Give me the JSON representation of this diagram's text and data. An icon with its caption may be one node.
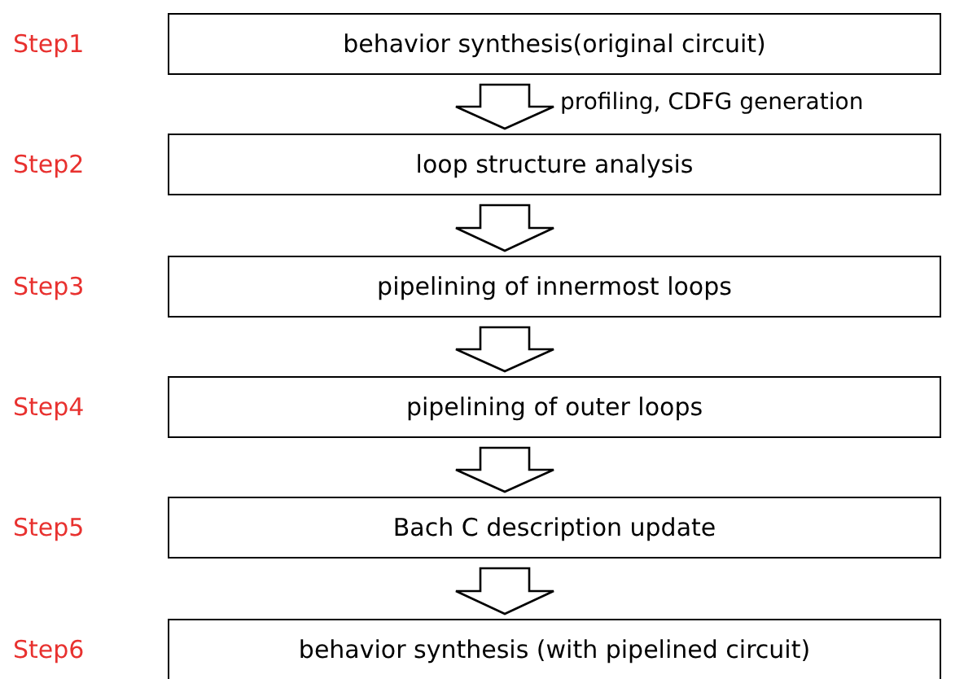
{
  "diagram": {
    "nodes": [
      {
        "text": [
          "behavior synthesis(original circuit)"
        ],
        "beside": [
          "Step1"
        ]
      },
      {
        "text": [
          "loop structure analysis"
        ],
        "beside": [
          "Step2"
        ]
      },
      {
        "text": [
          "pipelining of innermost loops"
        ],
        "beside": [
          "Step3"
        ]
      },
      {
        "text": [
          "pipelining of outer loops"
        ],
        "beside": [
          "Step4"
        ]
      },
      {
        "text": [
          "Bach C description update"
        ],
        "beside": [
          "Step5"
        ]
      },
      {
        "text": [
          "behavior synthesis (with pipelined circuit)"
        ],
        "beside": [
          "Step6"
        ]
      }
    ],
    "edges": [
      {
        "from": 0,
        "to": 1,
        "arrow": "to",
        "label": "profiling, CDFG generation"
      },
      {
        "from": 1,
        "to": 2,
        "arrow": "to"
      },
      {
        "from": 2,
        "to": 3,
        "arrow": "to"
      },
      {
        "from": 3,
        "to": 4,
        "arrow": "to"
      },
      {
        "from": 4,
        "to": 5,
        "arrow": "to"
      }
    ]
  }
}
